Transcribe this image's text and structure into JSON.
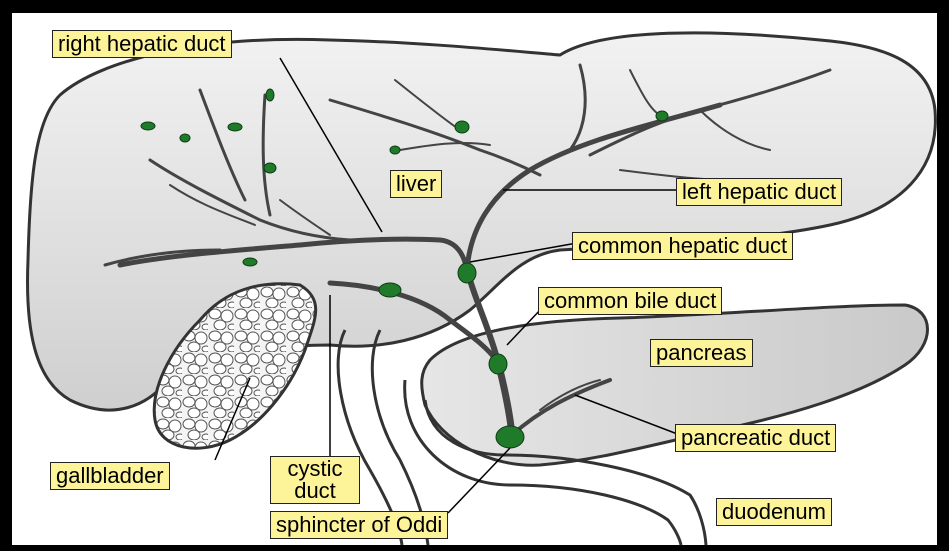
{
  "labels": {
    "right_hepatic_duct": "right hepatic duct",
    "liver": "liver",
    "left_hepatic_duct": "left hepatic duct",
    "common_hepatic_duct": "common hepatic duct",
    "common_bile_duct": "common bile duct",
    "pancreas": "pancreas",
    "pancreatic_duct": "pancreatic duct",
    "gallbladder": "gallbladder",
    "cystic_duct_line1": "cystic",
    "cystic_duct_line2": "duct",
    "sphincter_of_oddi": "sphincter of Oddi",
    "duodenum": "duodenum"
  },
  "colors": {
    "label_fill": "#fdf49a",
    "node_green": "#1f7a2a",
    "outline": "#333333",
    "liver_shade": "#d9d9d9"
  }
}
